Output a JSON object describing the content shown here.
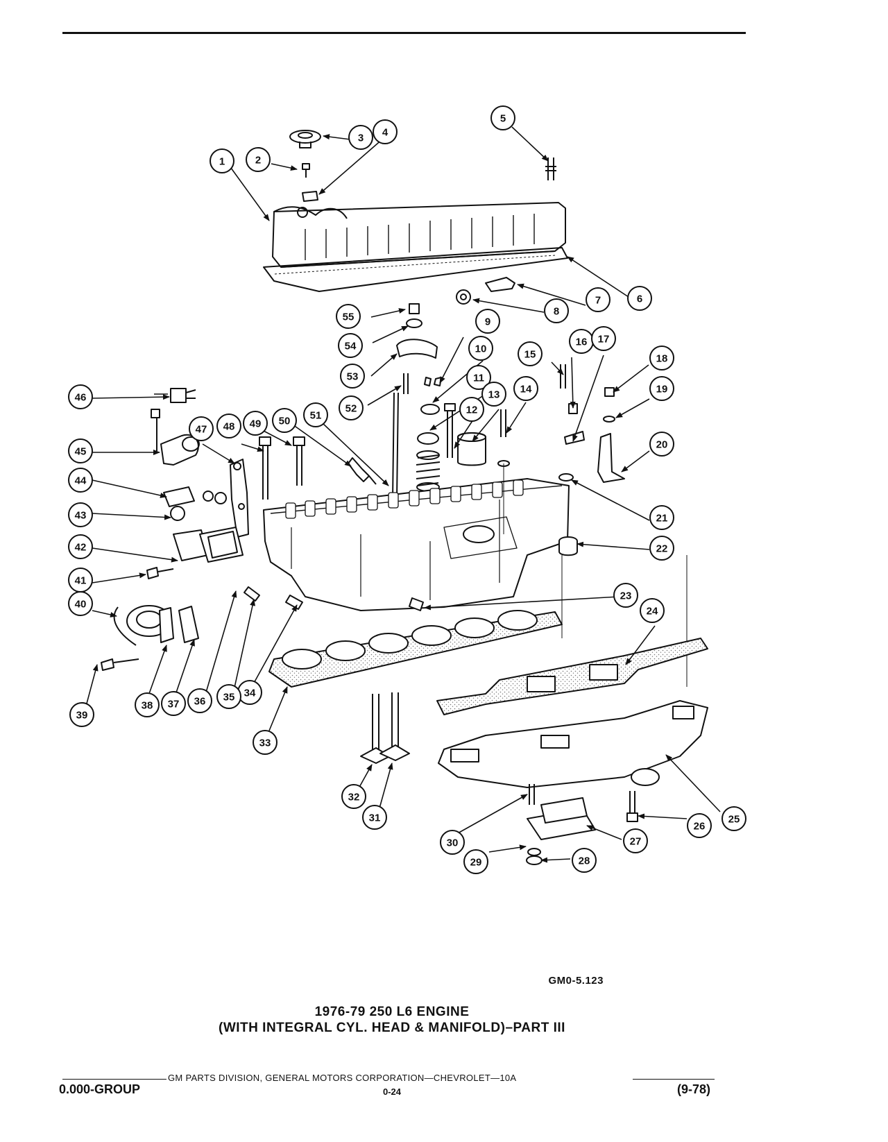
{
  "figure": {
    "code": "GM0-5.123",
    "title_line1": "1976-79 250 L6 ENGINE",
    "title_line2": "(WITH INTEGRAL CYL. HEAD & MANIFOLD)–PART III"
  },
  "callouts": [
    "1",
    "2",
    "3",
    "4",
    "5",
    "6",
    "7",
    "8",
    "9",
    "10",
    "11",
    "12",
    "13",
    "14",
    "15",
    "16",
    "17",
    "18",
    "19",
    "20",
    "21",
    "22",
    "23",
    "24",
    "25",
    "26",
    "27",
    "28",
    "29",
    "30",
    "31",
    "32",
    "33",
    "34",
    "35",
    "36",
    "37",
    "38",
    "39",
    "40",
    "41",
    "42",
    "43",
    "44",
    "45",
    "46",
    "47",
    "48",
    "49",
    "50",
    "51",
    "52",
    "53",
    "54",
    "55"
  ],
  "footer": {
    "division": "GM PARTS DIVISION, GENERAL MOTORS CORPORATION—CHEVROLET—10A",
    "group": "0.000-GROUP",
    "page": "0-24",
    "date": "(9-78)"
  },
  "colors": {
    "ink": "#111111",
    "paper": "#ffffff",
    "stipple": "#888888"
  }
}
